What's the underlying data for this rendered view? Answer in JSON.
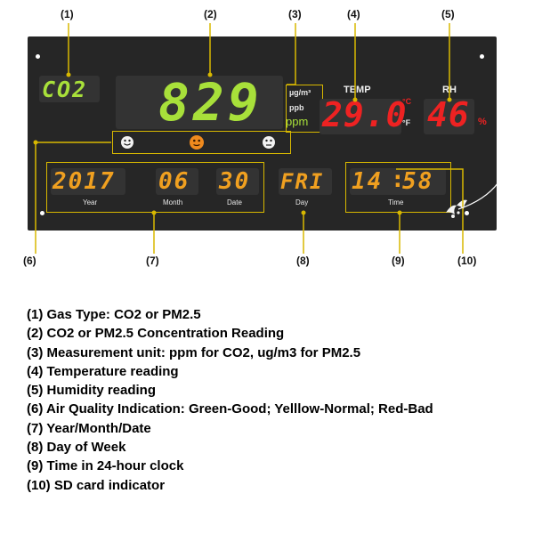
{
  "callouts": [
    "(1)",
    "(2)",
    "(3)",
    "(4)",
    "(5)",
    "(6)",
    "(7)",
    "(8)",
    "(9)",
    "(10)"
  ],
  "display": {
    "gas_type": "CO2",
    "reading": "829",
    "units": {
      "ug": "µg/m³",
      "ppb": "ppb",
      "ppm": "ppm"
    },
    "temp_label": "TEMP",
    "temp_value": "29.0",
    "temp_unit_c": "°C",
    "temp_unit_f": "°F",
    "rh_label": "RH",
    "rh_value": "46",
    "rh_unit": "%",
    "year": "2017",
    "month": "06",
    "date": "30",
    "day": "FRI",
    "time_h": "14",
    "time_m": "58",
    "labels": {
      "year": "Year",
      "month": "Month",
      "date": "Date",
      "day": "Day",
      "time": "Time"
    },
    "colors": {
      "green": "#a8e03a",
      "red": "#ee2222",
      "amber": "#f0a020",
      "frame": "#d8b800",
      "panel": "#262626"
    }
  },
  "legend": [
    "(1) Gas Type: CO2 or PM2.5",
    "(2) CO2 or PM2.5 Concentration Reading",
    "(3) Measurement unit: ppm for CO2, ug/m3 for PM2.5",
    "(4) Temperature reading",
    "(5) Humidity reading",
    "(6) Air Quality Indication: Green-Good; Yelllow-Normal; Red-Bad",
    "(7) Year/Month/Date",
    "(8) Day of Week",
    "(9) Time in 24-hour clock",
    "(10) SD card indicator"
  ]
}
